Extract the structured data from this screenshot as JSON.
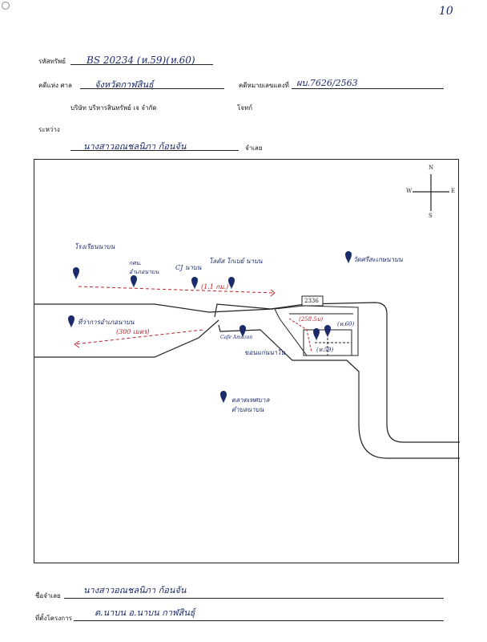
{
  "page": {
    "page_number": "10"
  },
  "form": {
    "asset_code_label": "รหัสทรัพย์",
    "asset_code_value": "BS 20234 (ห.59)(ห.60)",
    "court_label": "คดีแห่ง ศาล",
    "court_value": "จังหวัดกาฬสินธุ์",
    "case_no_label": "คดีหมายเลขแดงที่",
    "case_no_value": "ผบ.7626/2563",
    "company": "บริษัท บริหารสินทรัพย์ เจ จำกัด",
    "plaintiff_label": "โจทก์",
    "between_label": "ระหว่าง",
    "defendant_value": "นางสาวอณชลนิภา ก้อนจัน",
    "defendant_label": "จำเลย",
    "bottom_name_label": "ชื่อจำเลย",
    "bottom_name_value": "นางสาวอณชลนิภา ก้อนจัน",
    "location_label": "ที่ตั้งโครงการ",
    "location_value": "ต.นาบน อ.นาบน กาฬสินธุ์"
  },
  "map": {
    "compass": {
      "n": "N",
      "s": "S",
      "e": "E",
      "w": "W"
    },
    "road_number": "2336",
    "places": {
      "school": "โรงเรียนนาบน",
      "health": "กศน.\nอำเภอนาบน",
      "cj": "CJ นาบน",
      "lotus": "โลตัส โกเบย์ นาบน",
      "temple": "วัดศรีสะเกษนาบน",
      "district": "ที่ว่าการอำเภอนาบน",
      "cafe": "Cafe Amazon",
      "store": "ขอนแก่นนาโน",
      "market": "ตลาดเทศบาล ตำบลนาบน"
    },
    "distances": {
      "d1": "(1.1 กม.)",
      "d2": "(300 เมตร)",
      "d3": "(258.5ม)"
    },
    "plots": {
      "p1": "(ห.60)",
      "p2": "(ห.59)"
    },
    "colors": {
      "ink": "#1b2a6b",
      "red": "#b8232a",
      "line": "#222222"
    }
  }
}
